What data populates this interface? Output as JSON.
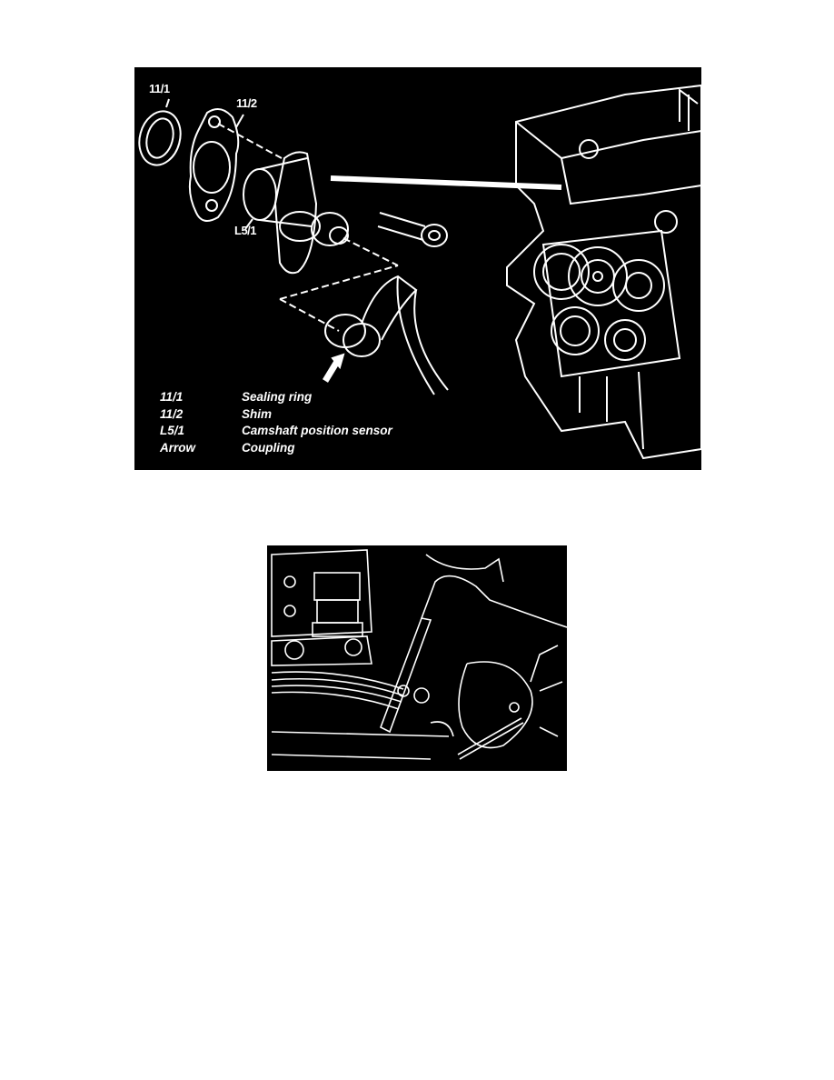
{
  "figure1": {
    "callouts": [
      {
        "id": "11/1"
      },
      {
        "id": "11/2"
      },
      {
        "id": "L5/1"
      }
    ],
    "legend": [
      {
        "code": "11/1",
        "label": "Sealing ring"
      },
      {
        "code": "11/2",
        "label": "Shim"
      },
      {
        "code": "L5/1",
        "label": "Camshaft position sensor"
      },
      {
        "code": "Arrow",
        "label": "Coupling"
      }
    ],
    "colors": {
      "background": "#000000",
      "linework": "#ffffff"
    }
  },
  "figure2": {
    "description": "Engine detail illustration with tool inserted near camshaft",
    "colors": {
      "background": "#000000",
      "linework": "#ffffff"
    }
  }
}
